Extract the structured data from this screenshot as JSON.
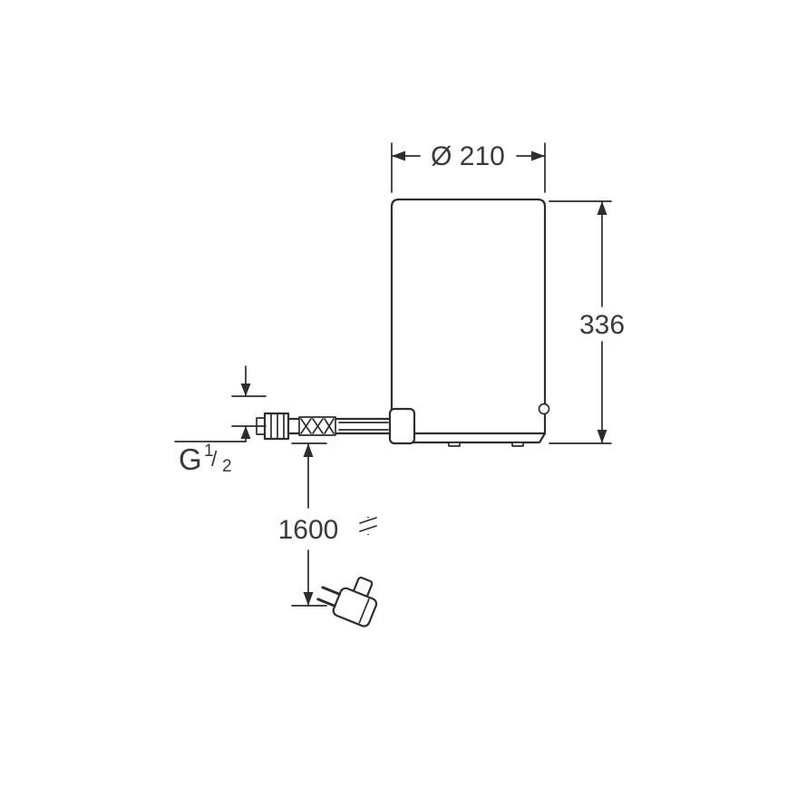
{
  "drawing": {
    "description": "technical dimension drawing of cylindrical under-sink water tank with supply hose and power plug",
    "colors": {
      "line": "#2d2d2d",
      "text": "#3a3a3a",
      "background": "#ffffff"
    },
    "dims": {
      "diameter_label": "Ø 210",
      "height_label": "336",
      "cable_length_label": "1600"
    },
    "thread": {
      "prefix": "G",
      "numerator": "1",
      "slash": "/",
      "denominator": "2"
    }
  }
}
